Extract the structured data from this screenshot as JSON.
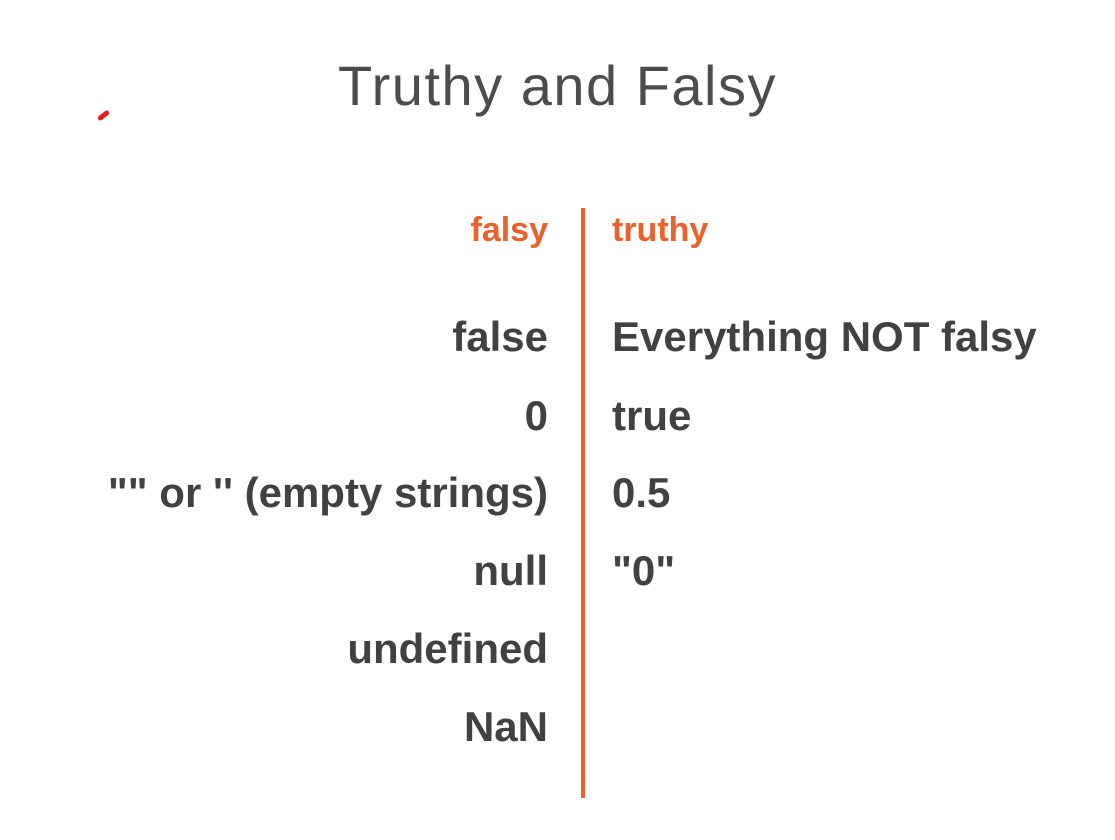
{
  "page": {
    "title": "Truthy and Falsy"
  },
  "colors": {
    "background": "#ffffff",
    "accent_orange": "#E8622C",
    "title_gray": "#4C4C4C",
    "body_gray": "#414144",
    "annotation_red": "#DE1F1F"
  },
  "table": {
    "left_header": "falsy",
    "right_header": "truthy",
    "rows": [
      {
        "falsy": "false",
        "truthy": "Everything NOT falsy"
      },
      {
        "falsy": "0",
        "truthy": "true"
      },
      {
        "falsy": "\"\" or '' (empty strings)",
        "truthy": "0.5"
      },
      {
        "falsy": "null",
        "truthy": "\"0\""
      },
      {
        "falsy": "undefined",
        "truthy": ""
      },
      {
        "falsy": "NaN",
        "truthy": ""
      }
    ]
  },
  "annotations": {
    "red_mark": "red-pen-stroke"
  }
}
